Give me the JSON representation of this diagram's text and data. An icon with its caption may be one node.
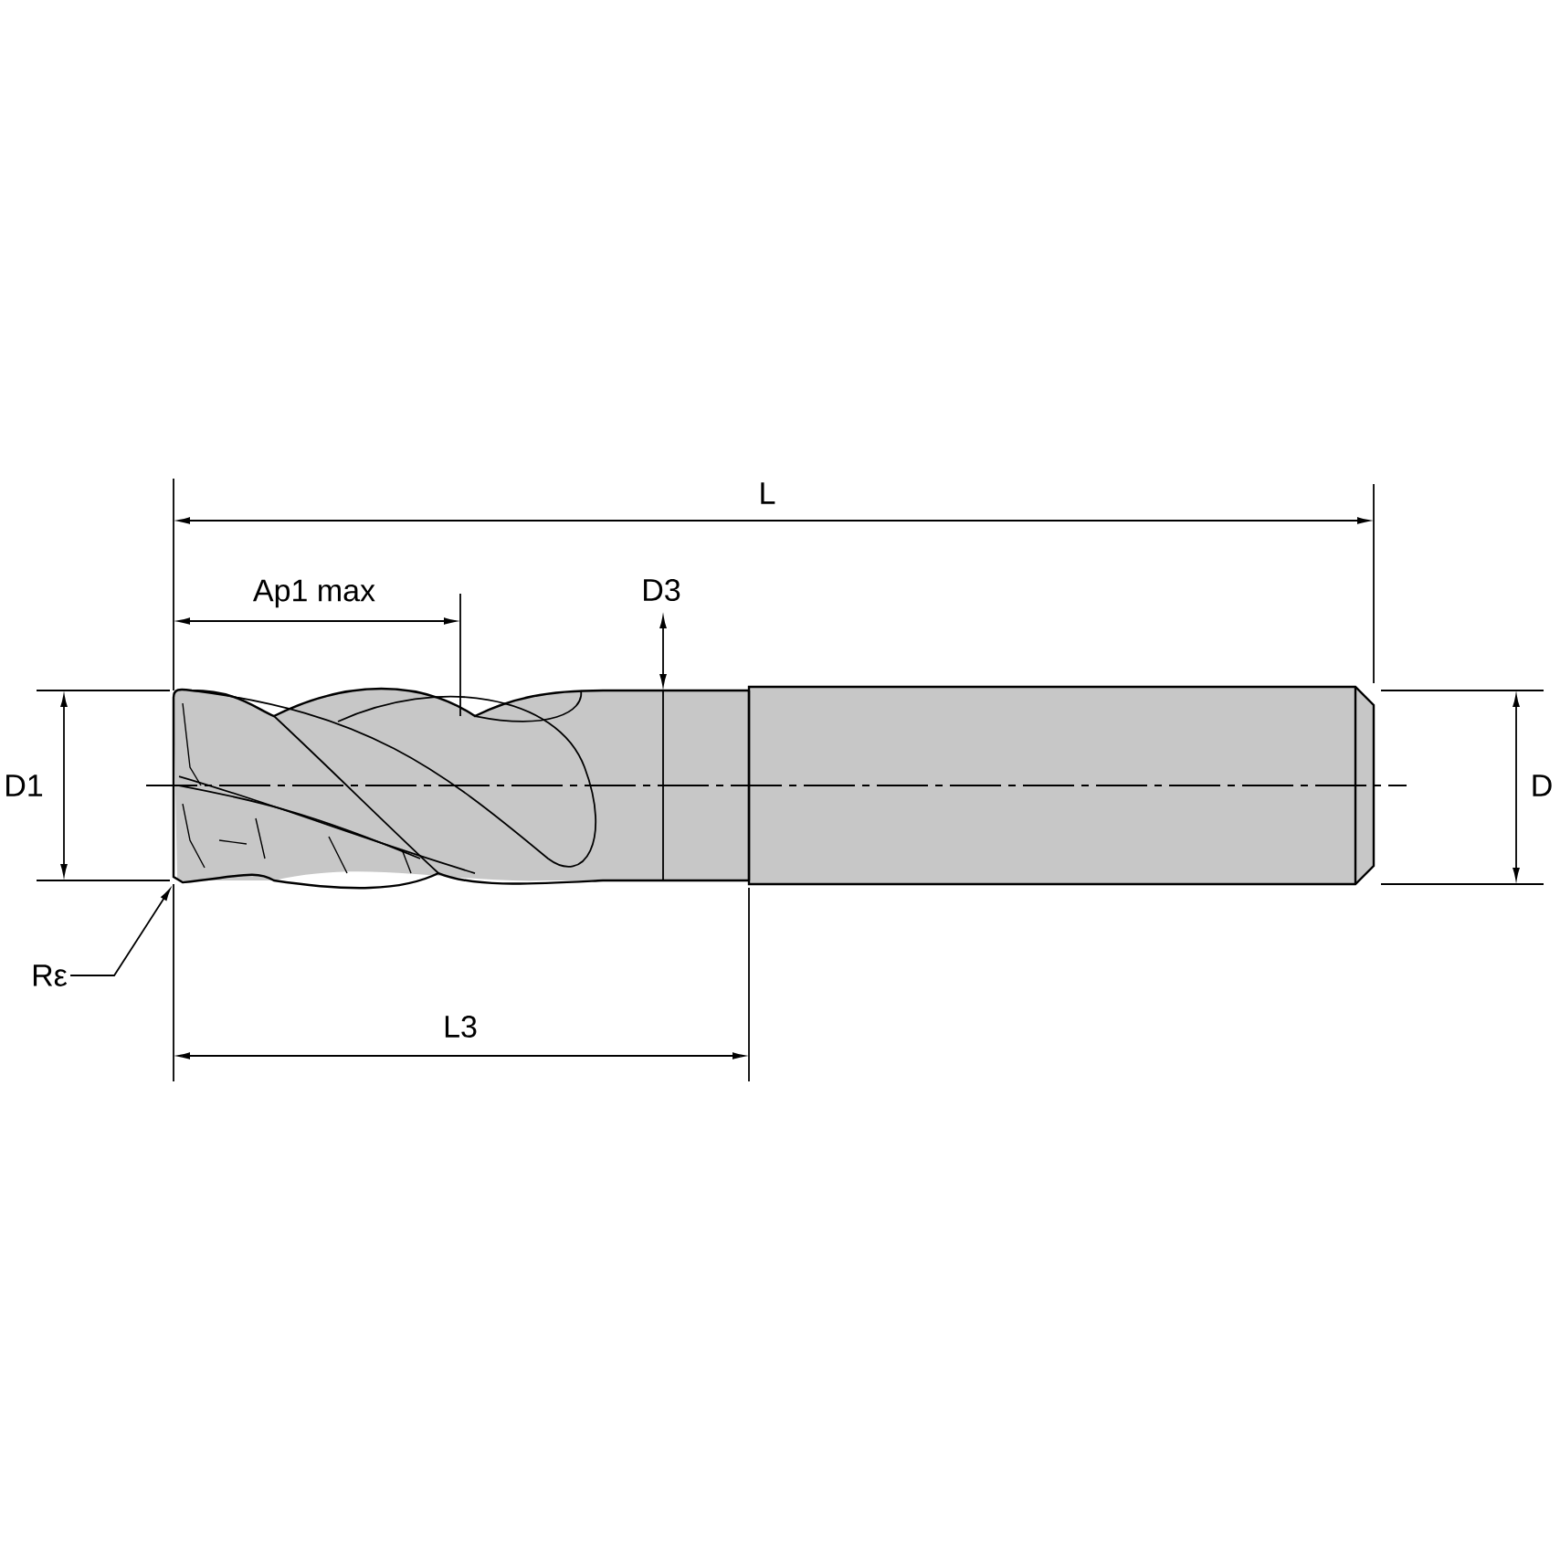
{
  "diagram": {
    "nodes": [
      {
        "text": [],
        "shape": "picture"
      },
      {
        "text": [
          "Rε"
        ]
      }
    ],
    "edges": [
      {
        "from": 1,
        "to": 0,
        "arrow": "to"
      }
    ],
    "labels": [
      "L",
      "Ap1 max",
      "D3",
      "D1",
      "D",
      "L3"
    ]
  }
}
